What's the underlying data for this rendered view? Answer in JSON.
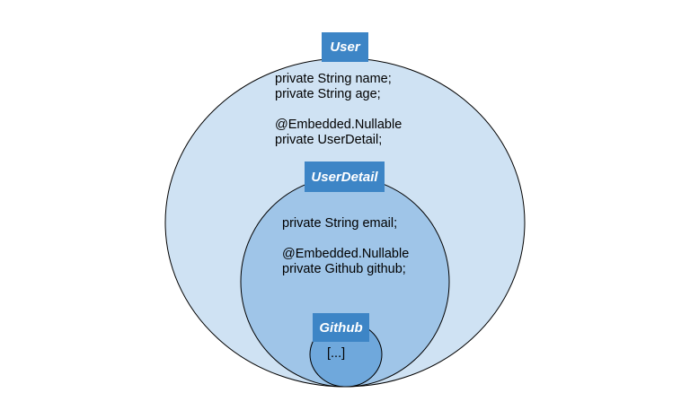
{
  "colors": {
    "outer_fill": "#cfe2f3",
    "middle_fill": "#9fc5e8",
    "inner_fill": "#6fa8dc",
    "stroke": "#000000",
    "label_fill": "#3d85c6",
    "label_text": "#ffffff"
  },
  "user": {
    "label": "User",
    "fields": {
      "name": "private String name;",
      "age": "private String age;",
      "annotation": "@Embedded.Nullable",
      "detail": "private UserDetail;"
    }
  },
  "user_detail": {
    "label": "UserDetail",
    "fields": {
      "email": "private String email;",
      "annotation": "@Embedded.Nullable",
      "github": "private Github github;"
    }
  },
  "github": {
    "label": "Github",
    "content": "[...]"
  }
}
